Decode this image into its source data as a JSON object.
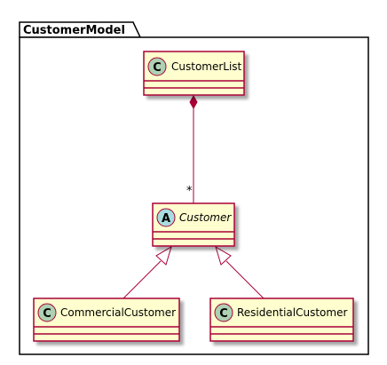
{
  "package": {
    "title": "CustomerModel"
  },
  "colors": {
    "class_fill": "#FEFECE",
    "class_border": "#A80036",
    "class_icon": "#ADD1B2",
    "abstract_icon": "#A9DCDF",
    "edge": "#A80036",
    "package_border": "#000000"
  },
  "classes": {
    "customer_list": {
      "name": "CustomerList",
      "stereotype": "C"
    },
    "customer": {
      "name": "Customer",
      "stereotype": "A"
    },
    "commercial_customer": {
      "name": "CommercialCustomer",
      "stereotype": "C"
    },
    "residential_customer": {
      "name": "ResidentialCustomer",
      "stereotype": "C"
    }
  },
  "relations": {
    "composition": {
      "from": "CustomerList",
      "to": "Customer",
      "multiplicity": "*"
    },
    "generalization_1": {
      "from": "CommercialCustomer",
      "to": "Customer"
    },
    "generalization_2": {
      "from": "ResidentialCustomer",
      "to": "Customer"
    }
  }
}
